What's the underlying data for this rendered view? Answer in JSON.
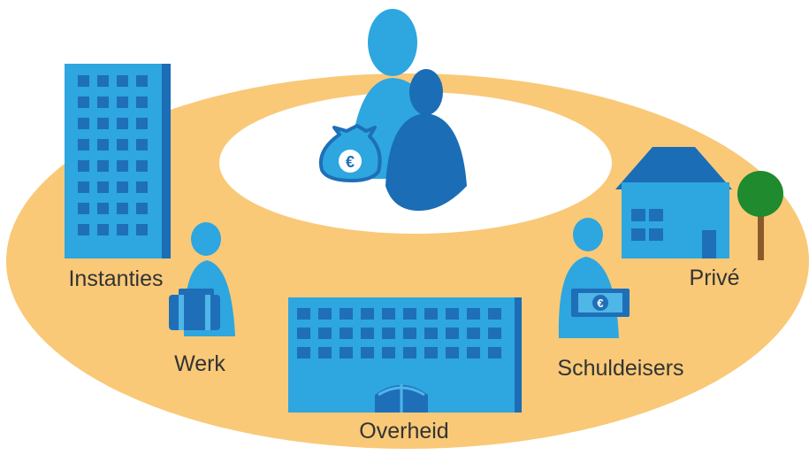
{
  "labels": {
    "instanties": "Instanties",
    "werk": "Werk",
    "overheid": "Overheid",
    "schuldeisers": "Schuldeisers",
    "prive": "Privé"
  },
  "symbols": {
    "currency": "€"
  },
  "colors": {
    "ring": "#F9C978",
    "center": "#FFFFFF",
    "light_blue": "#2EA6E0",
    "dark_blue": "#1B6DB5",
    "window": "#1E6FB8",
    "tree_green": "#1F8A2E",
    "tree_trunk": "#8B5A2B",
    "text": "#333333"
  },
  "icons": [
    "couple-icon",
    "money-bag-icon",
    "office-tower-icon",
    "worker-person-icon",
    "briefcase-icon",
    "government-building-icon",
    "creditor-person-icon",
    "banknote-icon",
    "house-icon",
    "tree-icon"
  ]
}
